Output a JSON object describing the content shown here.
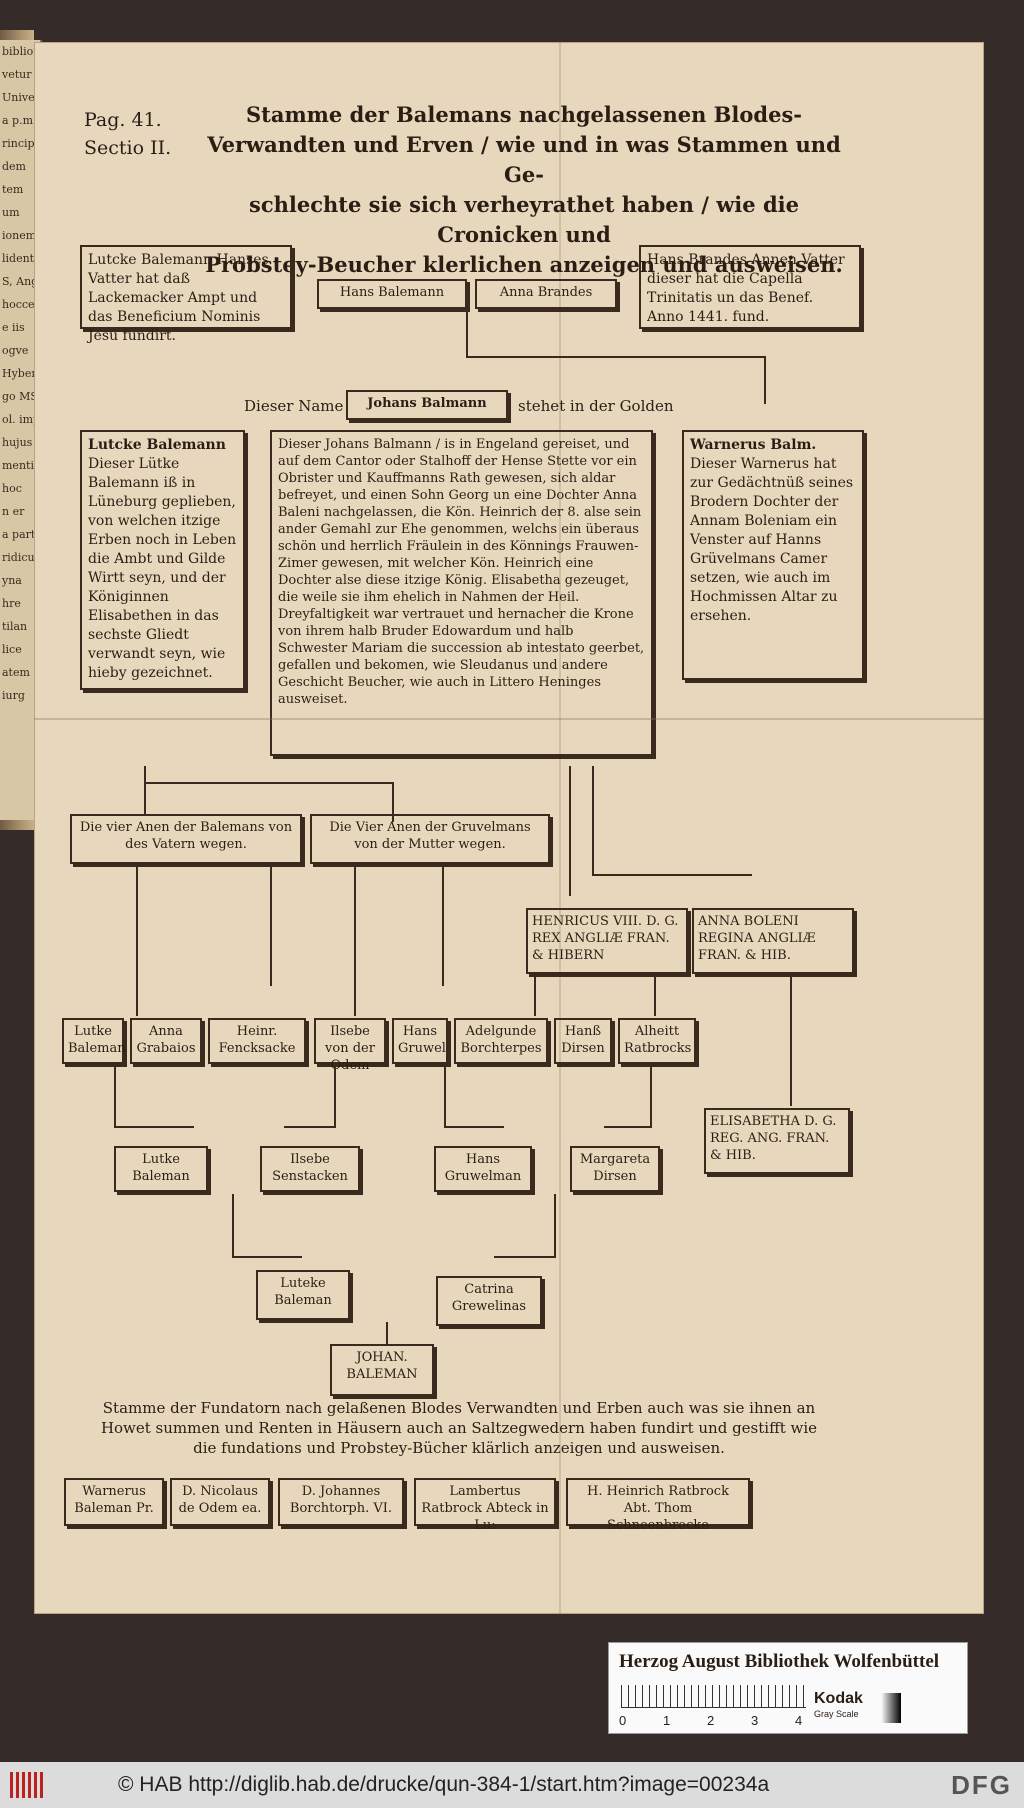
{
  "pag": "Pag. 41.",
  "sectio": "Sectio II.",
  "title_lines": [
    "Stamme der Balemans nachgelassenen Blodes-",
    "Verwandten und Erven / wie und in was Stammen und Ge-",
    "schlechte sie sich verheyrathet haben / wie die Cronicken und",
    "Probstey-Beucher klerlichen anzeigen und ausweisen."
  ],
  "boxes": {
    "lutcke_top": "Lutcke Balemann Hanses Vatter hat daß Lackemacker Ampt und das Beneficium Nominis Jesu fundirt.",
    "hans_balemann": "Hans Balemann",
    "anna_brandes": "Anna Brandes",
    "hans_brandes": "Hans Brandes Annen Vatter dieser hat die Capella Trinitatis un das Benef. Anno 1441. fund.",
    "name_line_left": "Dieser Name",
    "johans_balmann": "Johans Balmann",
    "name_line_right": "stehet in der Golden",
    "lutcke_balemann_hd": "Lutcke Balemann",
    "lutcke_balemann_body": "Dieser Lütke Balemann iß in Lüneburg geplieben, von welchen itzige Erben noch in Leben die Ambt und Gilde Wirtt seyn, und der Königinnen Elisabethen in das sechste Gliedt verwandt seyn, wie hieby gezeichnet.",
    "johans_center": "Dieser Johans Balmann / is in Engeland gereiset, und auf dem Cantor oder Stalhoff der Hense Stette vor ein Obrister und Kauffmanns Rath gewesen, sich aldar befreyet, und einen Sohn Georg un eine Dochter Anna Baleni nachgelassen, die Kön. Heinrich der 8. alse sein ander Gemahl zur Ehe genommen, welchs ein überaus schön und herrlich Fräulein in des Könnings Frauwen-Zimer gewesen, mit welcher Kön. Heinrich eine Dochter alse diese itzige König. Elisabetha gezeuget, die weile sie ihm ehelich in Nahmen der Heil. Dreyfaltigkeit war vertrauet und hernacher die Krone von ihrem halb Bruder Edowardum und halb Schwester Mariam die succession ab intestato geerbet, gefallen und bekomen, wie Sleudanus und andere Geschicht Beucher, wie auch in Littero Heninges ausweiset.",
    "warnerus_hd": "Warnerus Balm.",
    "warnerus_body": "Dieser Warnerus hat zur Gedächtnüß seines Brodern Dochter der Annam Boleniam ein Venster auf Hanns Grüvelmans Camer setzen, wie auch im Hochmissen Altar zu ersehen.",
    "vier_anen_vater": "Die vier Anen der Balemans von des Vatern wegen.",
    "vier_anen_mutter": "Die Vier Anen der Gruvelmans von der Mutter wegen.",
    "henricus": "HENRICUS VIII. D. G. REX ANGLIÆ FRAN. & HIBERN",
    "anna_boleni": "ANNA BOLENI REGINA ANGLIÆ FRAN. & HIB.",
    "g1": "Lutke Baleman",
    "g2": "Anna Grabaios",
    "g3": "Heinr. Fencksacke",
    "g4": "Ilsebe von der Odem",
    "g5": "Hans Gruwel",
    "g6": "Adelgunde Borchterpes",
    "g7": "Hanß Dirsen",
    "g8": "Alheitt Ratbrocks",
    "elisabetha": "ELISABETHA D. G. REG. ANG. FRAN. & HIB.",
    "p1": "Lutke Baleman",
    "p2": "Ilsebe Senstacken",
    "p3": "Hans Gruwelman",
    "p4": "Margareta Dirsen",
    "c1": "Luteke Baleman",
    "c2": "Catrina Grewelinas",
    "johan": "JOHAN. BALEMAN"
  },
  "caption": "Stamme der Fundatorn nach gelaßenen Blodes Verwandten und Erben auch was sie ihnen an Howet summen und Renten in Häusern auch an Saltzegwedern haben fundirt und gestifft wie die fundations und Probstey-Bücher klärlich anzeigen und ausweisen.",
  "fundators": [
    "Warnerus Baleman Pr.",
    "D. Nicolaus de Odem ea.",
    "D. Johannes Borchtorph. VI.",
    "Lambertus Ratbrock Abteck in Lu:",
    "H. Heinrich Ratbrock Abt. Thom Schneenbrocke"
  ],
  "label": {
    "library": "Herzog August Bibliothek Wolfenbüttel",
    "kodak": "Kodak",
    "gray_scale": "Gray Scale",
    "scale_numbers": [
      "0",
      "1",
      "2",
      "3",
      "4"
    ]
  },
  "footer": {
    "url": "© HAB http://diglib.hab.de/drucke/qun-384-1/start.htm?image=00234a",
    "dfg": "DFG"
  },
  "spine_fragments": [
    "bibliot",
    "vetur",
    "Univers",
    "a p.m.",
    "rincip",
    "dem",
    "tem",
    "um",
    "ionem",
    "lident",
    "S, Ang",
    "hocce",
    "e iis",
    "ogve",
    "Hyber",
    "go MS.",
    "ol. imp",
    "hujus",
    "menti",
    "hoc",
    "n er",
    "a parte",
    "ridicul",
    "yna",
    "hre",
    "tilan",
    "lice",
    "atem",
    "iurg"
  ]
}
